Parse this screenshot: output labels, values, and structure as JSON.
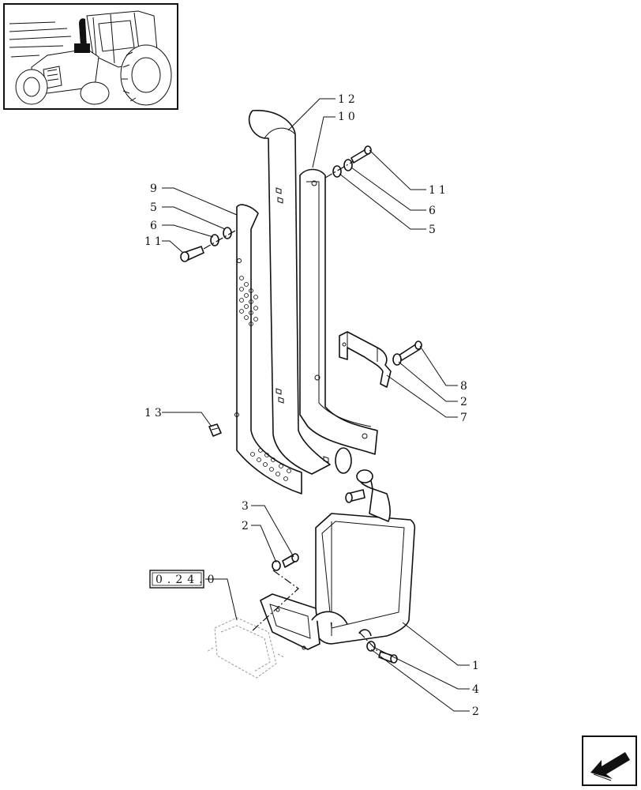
{
  "callouts": [
    {
      "id": "c12a",
      "text": "12"
    },
    {
      "id": "c10",
      "text": "10"
    },
    {
      "id": "c9",
      "text": "9"
    },
    {
      "id": "c5a",
      "text": "5"
    },
    {
      "id": "c6a",
      "text": "6"
    },
    {
      "id": "c11a",
      "text": "11"
    },
    {
      "id": "c11b",
      "text": "11"
    },
    {
      "id": "c6b",
      "text": "6"
    },
    {
      "id": "c5b",
      "text": "5"
    },
    {
      "id": "c8",
      "text": "8"
    },
    {
      "id": "c2a",
      "text": "2"
    },
    {
      "id": "c7",
      "text": "7"
    },
    {
      "id": "c13",
      "text": "13"
    },
    {
      "id": "c3",
      "text": "3"
    },
    {
      "id": "c2b",
      "text": "2"
    },
    {
      "id": "c1",
      "text": "1"
    },
    {
      "id": "c4",
      "text": "4"
    },
    {
      "id": "c2c",
      "text": "2"
    }
  ],
  "reference_box": {
    "text": "0.24.0"
  },
  "icons": {
    "thumbnail": "tractor-thumbnail-icon",
    "nav": "next-page-arrow-icon"
  },
  "colors": {
    "ink": "#111111",
    "ghost": "#999999",
    "paper": "#ffffff"
  }
}
